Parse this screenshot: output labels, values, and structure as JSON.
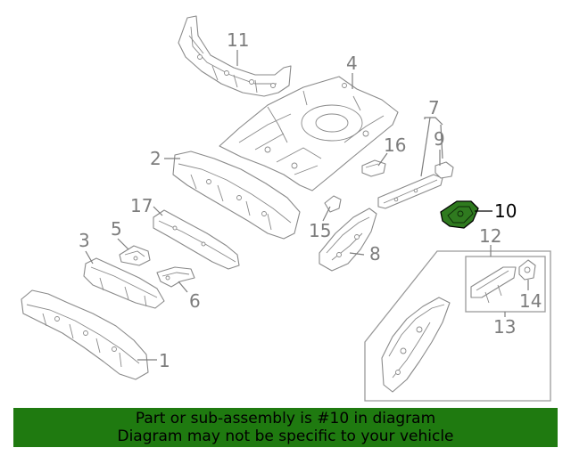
{
  "callouts": {
    "c1": "1",
    "c2": "2",
    "c3": "3",
    "c4": "4",
    "c5": "5",
    "c6": "6",
    "c7": "7",
    "c8": "8",
    "c9": "9",
    "c10": "10",
    "c11": "11",
    "c12": "12",
    "c13": "13",
    "c14": "14",
    "c15": "15",
    "c16": "16",
    "c17": "17"
  },
  "highlight": {
    "part": "10",
    "color": "#2f7a1f"
  },
  "banner": {
    "line1": "Part or sub-assembly is #10 in diagram",
    "line2": "Diagram may not be specific to your vehicle",
    "background": "#1f7a10"
  }
}
